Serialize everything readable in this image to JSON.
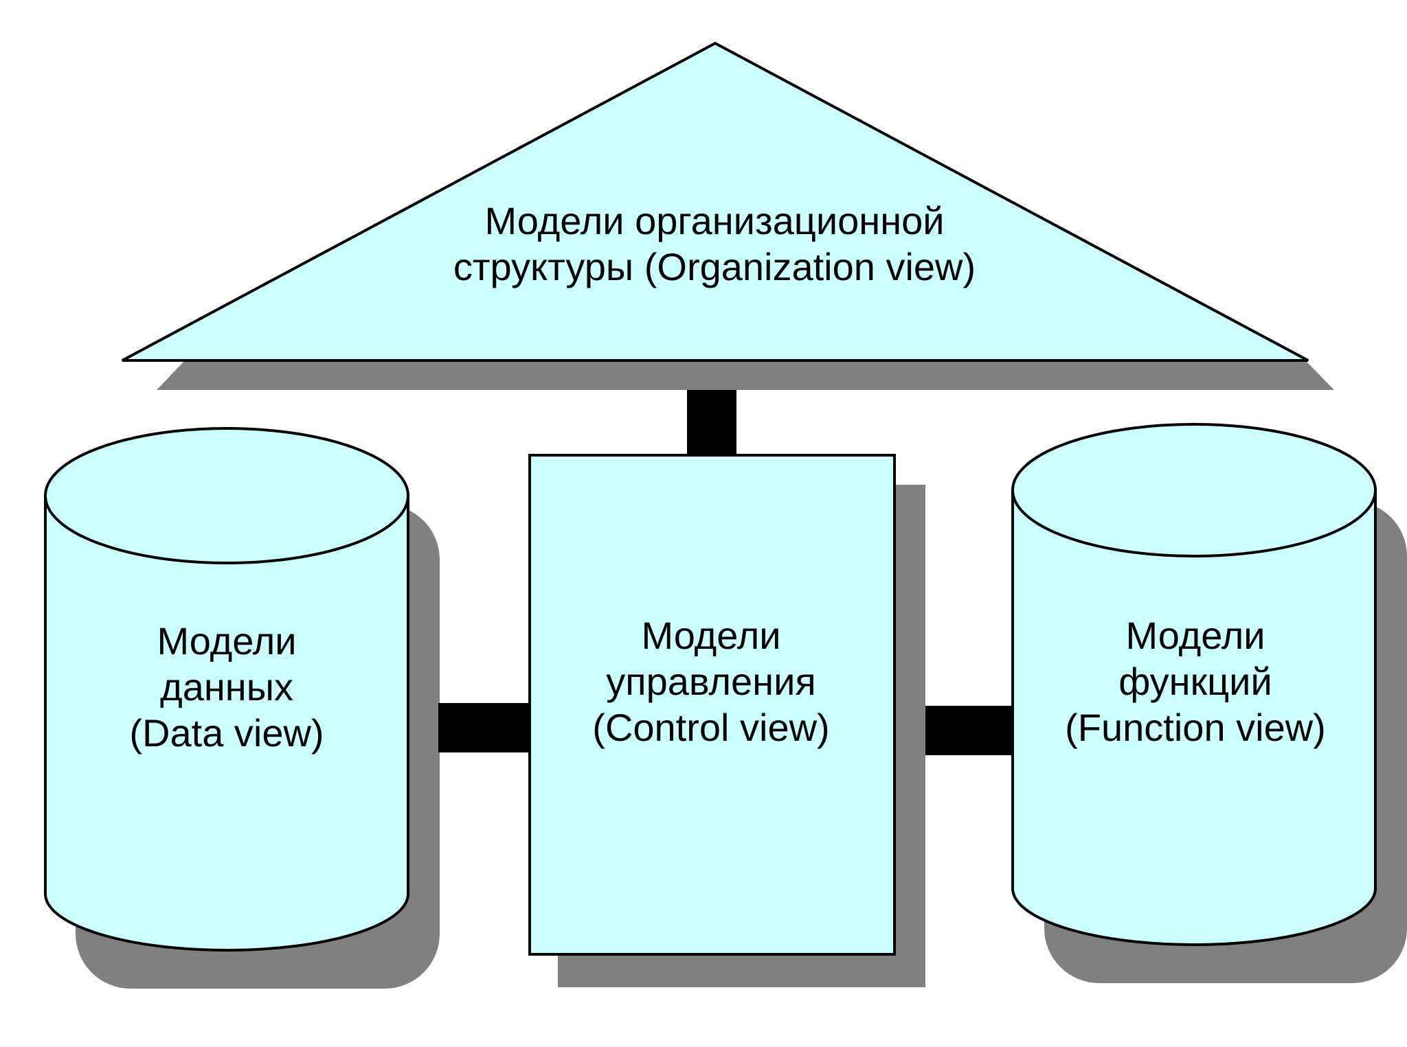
{
  "colors": {
    "fill": "#ccffff",
    "stroke": "#000000",
    "shadow": "#808080",
    "connector": "#000000",
    "background": "#ffffff"
  },
  "diagram": {
    "organization": {
      "line1": "Модели организационной",
      "line2": "структуры (Organization view)"
    },
    "data": {
      "line1": "Модели",
      "line2": "данных",
      "line3": "(Data view)"
    },
    "control": {
      "line1": "Модели",
      "line2": "управления",
      "line3": "(Control view)"
    },
    "function": {
      "line1": "Модели",
      "line2": "функций",
      "line3": "(Function view)"
    }
  }
}
